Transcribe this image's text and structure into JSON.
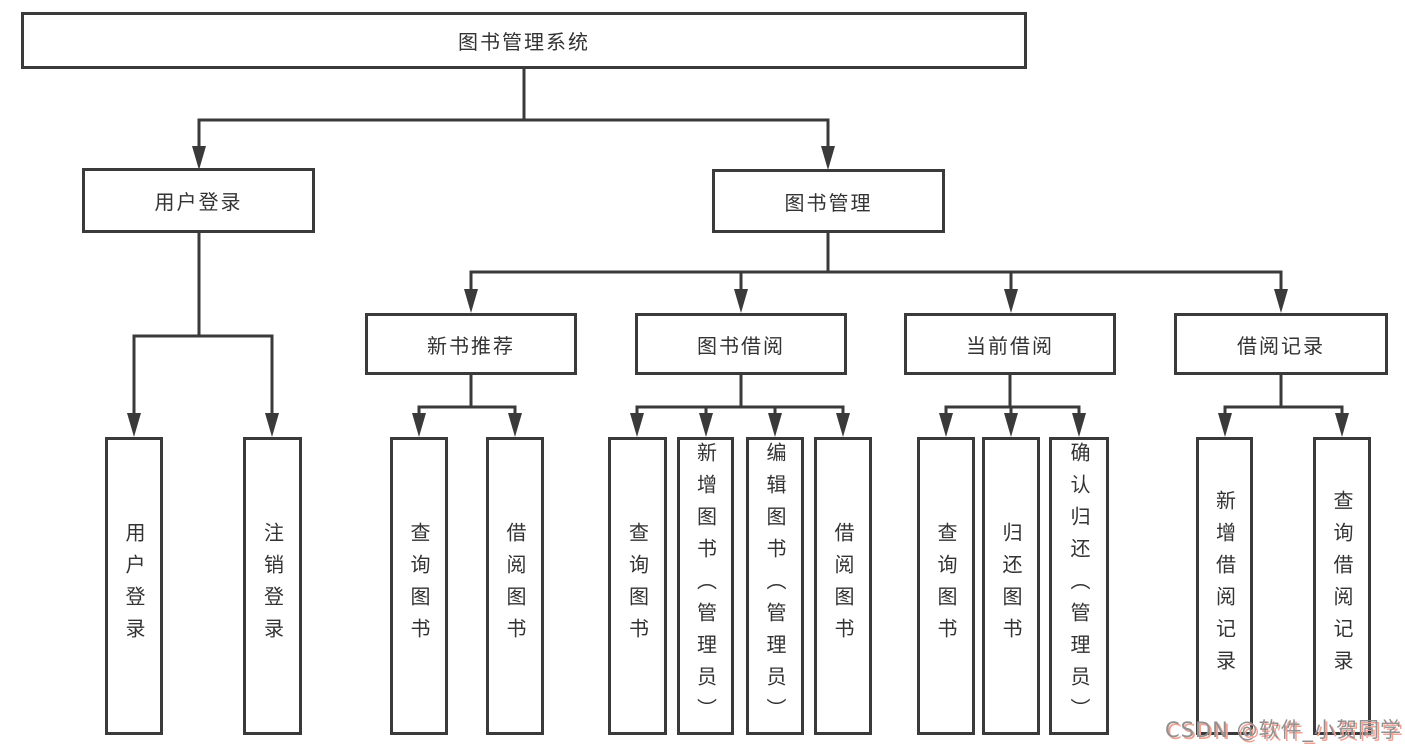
{
  "tree": {
    "root": "图书管理系统",
    "user_login": {
      "label": "用户登录",
      "children": [
        "用户登录",
        "注销登录"
      ]
    },
    "book_mgmt": {
      "label": "图书管理",
      "sections": [
        {
          "label": "新书推荐",
          "children": [
            "查询图书",
            "借阅图书"
          ]
        },
        {
          "label": "图书借阅",
          "children": [
            "查询图书",
            "新增图书（管理员）",
            "编辑图书（管理员）",
            "借阅图书"
          ]
        },
        {
          "label": "当前借阅",
          "children": [
            "查询图书",
            "归还图书",
            "确认归还（管理员）"
          ]
        },
        {
          "label": "借阅记录",
          "children": [
            "新增借阅记录",
            "查询借阅记录"
          ]
        }
      ]
    }
  },
  "watermark": "CSDN @软件_小贺同学",
  "colors": {
    "line": "#3a3a3a",
    "text": "#333333",
    "background": "#ffffff",
    "watermark": "#919191",
    "watermark_shadow": "#f0a294"
  }
}
